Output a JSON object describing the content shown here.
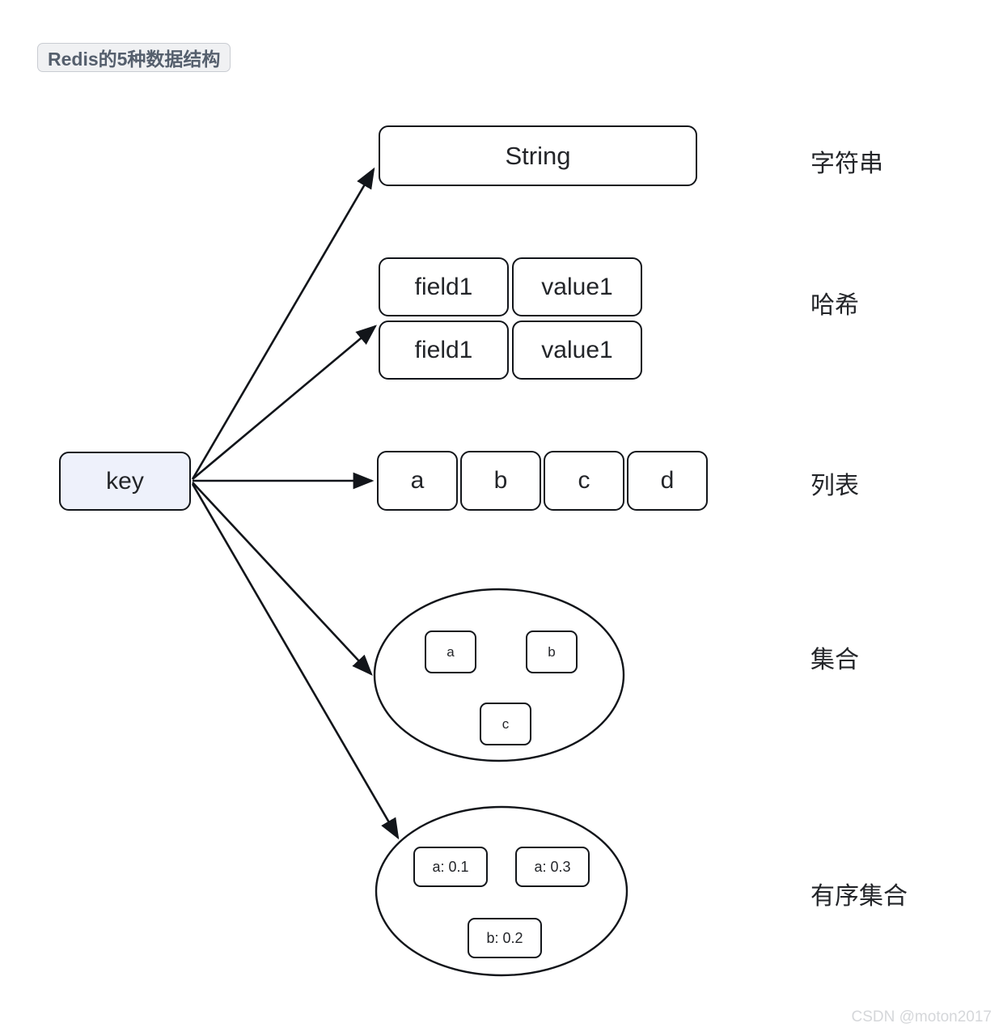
{
  "title": {
    "text": "Redis的5种数据结构",
    "badge_bg": "#f0f1f3",
    "badge_border": "#c9ccd2",
    "text_color": "#555f6d"
  },
  "key_node": {
    "label": "key",
    "fill": "#eef1fb",
    "stroke": "#12151a"
  },
  "structures": [
    {
      "id": "string",
      "type_label": "String",
      "caption": "字符串",
      "cells": [
        "String"
      ]
    },
    {
      "id": "hash",
      "caption": "哈希",
      "rows": [
        {
          "field": "field1",
          "value": "value1"
        },
        {
          "field": "field1",
          "value": "value1"
        }
      ]
    },
    {
      "id": "list",
      "caption": "列表",
      "cells": [
        "a",
        "b",
        "c",
        "d"
      ]
    },
    {
      "id": "set",
      "caption": "集合",
      "cells": [
        "a",
        "b",
        "c"
      ]
    },
    {
      "id": "zset",
      "caption": "有序集合",
      "cells": [
        "a: 0.1",
        "a: 0.3",
        "b: 0.2"
      ]
    }
  ],
  "edges": [
    {
      "from": "key",
      "to": "string"
    },
    {
      "from": "key",
      "to": "hash"
    },
    {
      "from": "key",
      "to": "list"
    },
    {
      "from": "key",
      "to": "set"
    },
    {
      "from": "key",
      "to": "zset"
    }
  ],
  "watermark": "CSDN @moton2017",
  "colors": {
    "stroke": "#12151a",
    "text": "#232529",
    "background": "#ffffff",
    "watermark": "#d5d7da"
  }
}
